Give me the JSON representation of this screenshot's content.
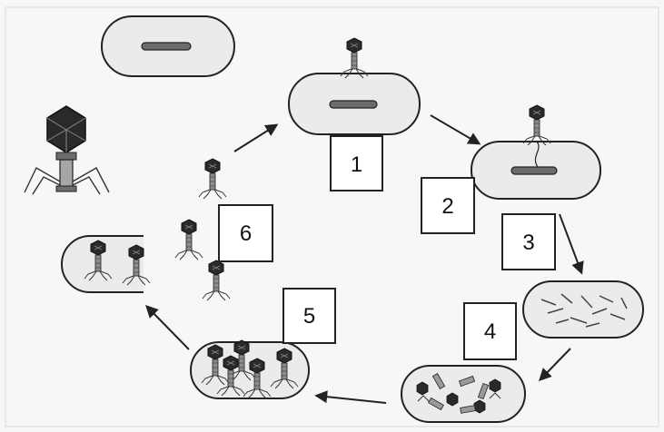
{
  "colors": {
    "cell_fill": "#ebebeb",
    "outline": "#222222",
    "dna": "#6b6b6b",
    "phage_head": "#2a2a2a",
    "phage_tail": "#8d8d8d",
    "background": "#f7f7f7"
  },
  "steps": [
    {
      "label": "1"
    },
    {
      "label": "2"
    },
    {
      "label": "3"
    },
    {
      "label": "4"
    },
    {
      "label": "5"
    },
    {
      "label": "6"
    }
  ]
}
